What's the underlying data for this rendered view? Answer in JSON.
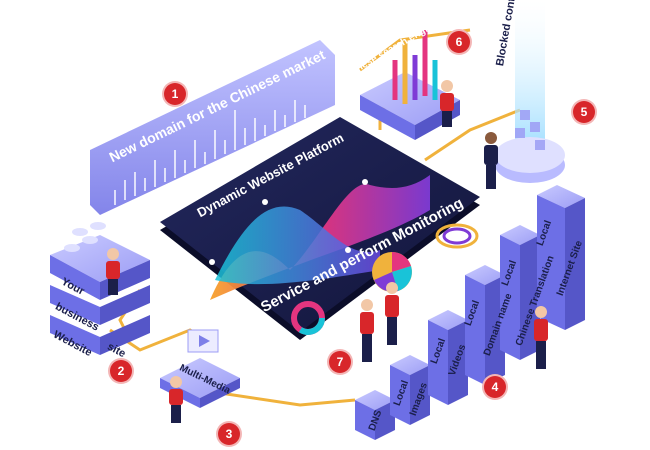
{
  "banner": {
    "title": "New domain for the Chinese market"
  },
  "platform": {
    "title": "Dynamic Website Platform",
    "subtitle": "Service and perform Monitoring"
  },
  "search_block": {
    "label": "Chinese search engines"
  },
  "blocked": {
    "label": "Blocked content"
  },
  "business_stack": {
    "line1": "Your",
    "line2": "business",
    "line3": "Website",
    "line4": "site"
  },
  "multimedia": {
    "label": "Multi-Media"
  },
  "steps": {
    "dns": "DNS",
    "images_top": "Local",
    "images": "Images",
    "videos_top": "Local",
    "videos": "Videos",
    "domain_top": "Local",
    "domain": "Domain name",
    "translation_top": "Local",
    "translation": "Chinese Translation",
    "internet_top": "Local",
    "internet": "Internet Site"
  },
  "badges": [
    "1",
    "2",
    "3",
    "4",
    "5",
    "6",
    "7"
  ],
  "colors": {
    "accent": "#d8262a",
    "platform": "#1a1d4d",
    "block": "#7d7fe8",
    "wire": "#f0b23c"
  }
}
